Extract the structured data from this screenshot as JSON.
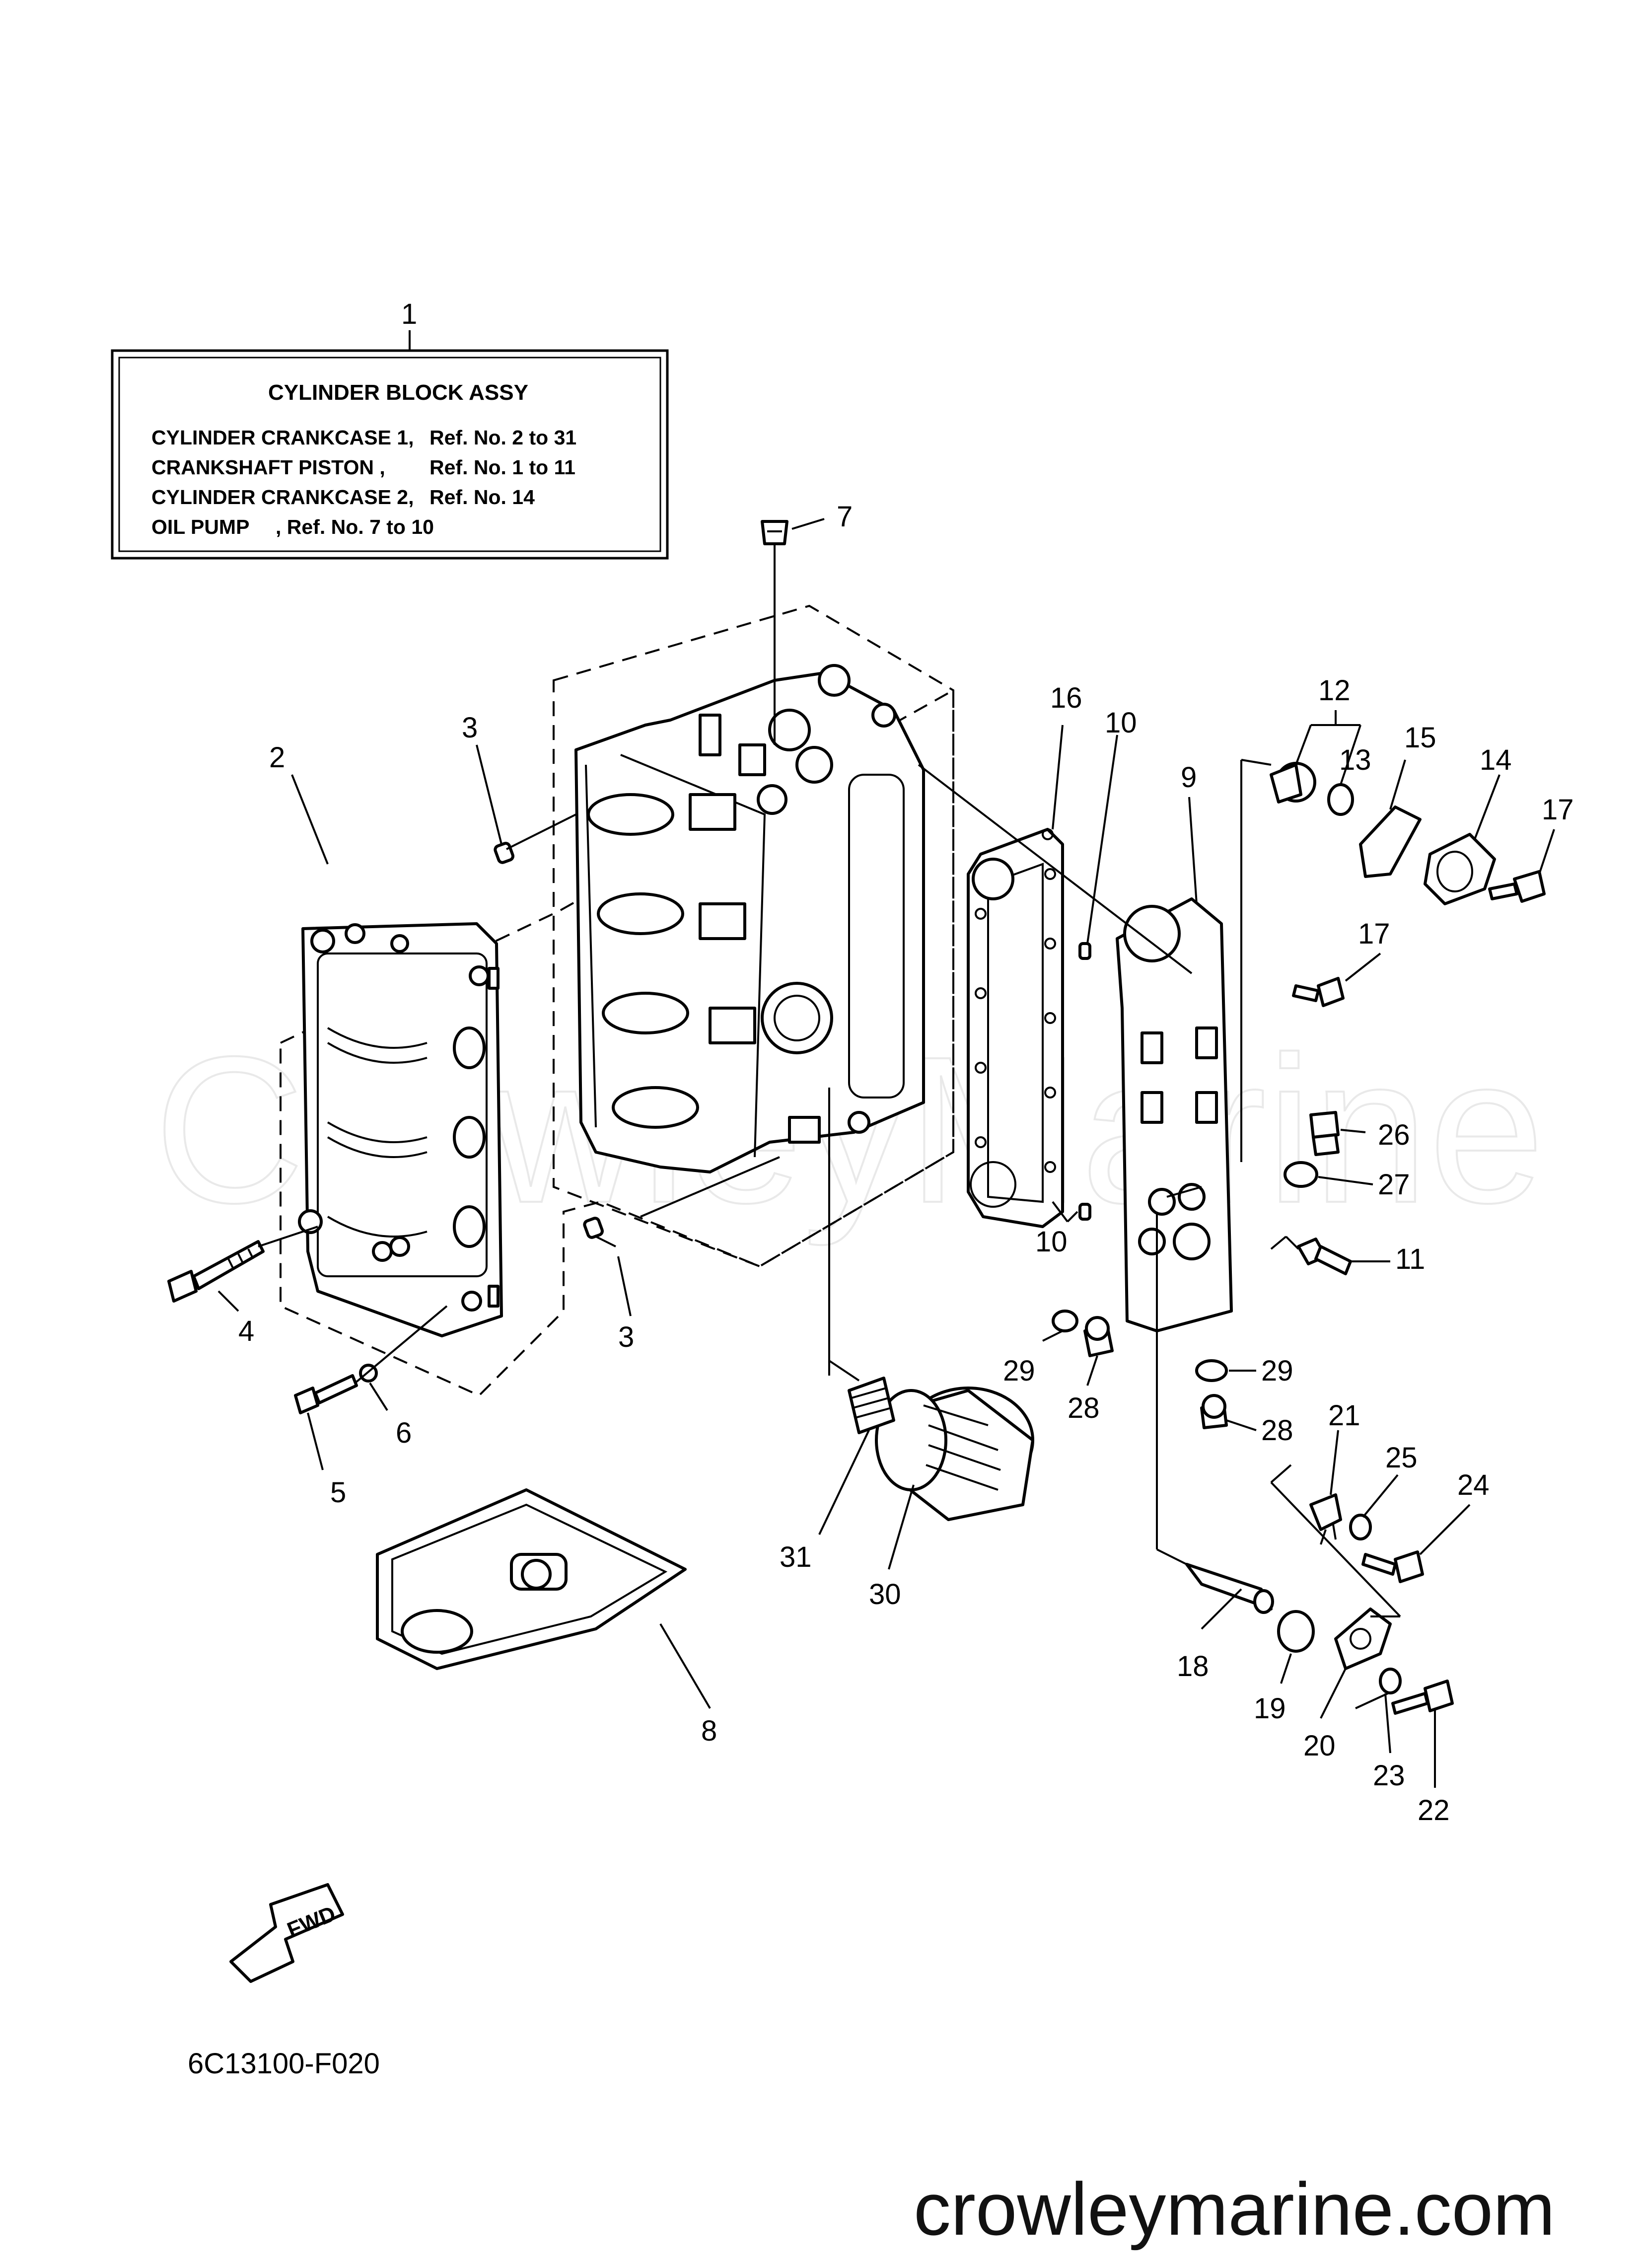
{
  "legend": {
    "callout": "1",
    "title": "CYLINDER BLOCK ASSY",
    "lines": [
      {
        "name": "CYLINDER CRANKCASE 1,",
        "ref": "Ref. No. 2 to 31"
      },
      {
        "name": "CRANKSHAFT PISTON ,",
        "ref": "Ref. No. 1 to 11"
      },
      {
        "name": "CYLINDER CRANKCASE 2,",
        "ref": "Ref. No. 14"
      },
      {
        "name": "OIL PUMP",
        "ref": ", Ref. No. 7 to 10"
      }
    ]
  },
  "callouts": [
    "2",
    "3",
    "3",
    "4",
    "5",
    "6",
    "7",
    "8",
    "9",
    "10",
    "10",
    "11",
    "12",
    "13",
    "14",
    "15",
    "16",
    "17",
    "17",
    "18",
    "19",
    "20",
    "21",
    "22",
    "23",
    "24",
    "25",
    "26",
    "27",
    "28",
    "28",
    "29",
    "29",
    "30",
    "31"
  ],
  "direction_badge": "FWD",
  "diagram_code": "6C13100-F020",
  "watermark": "CrowleyMarine",
  "site": "crowleymarine.com"
}
